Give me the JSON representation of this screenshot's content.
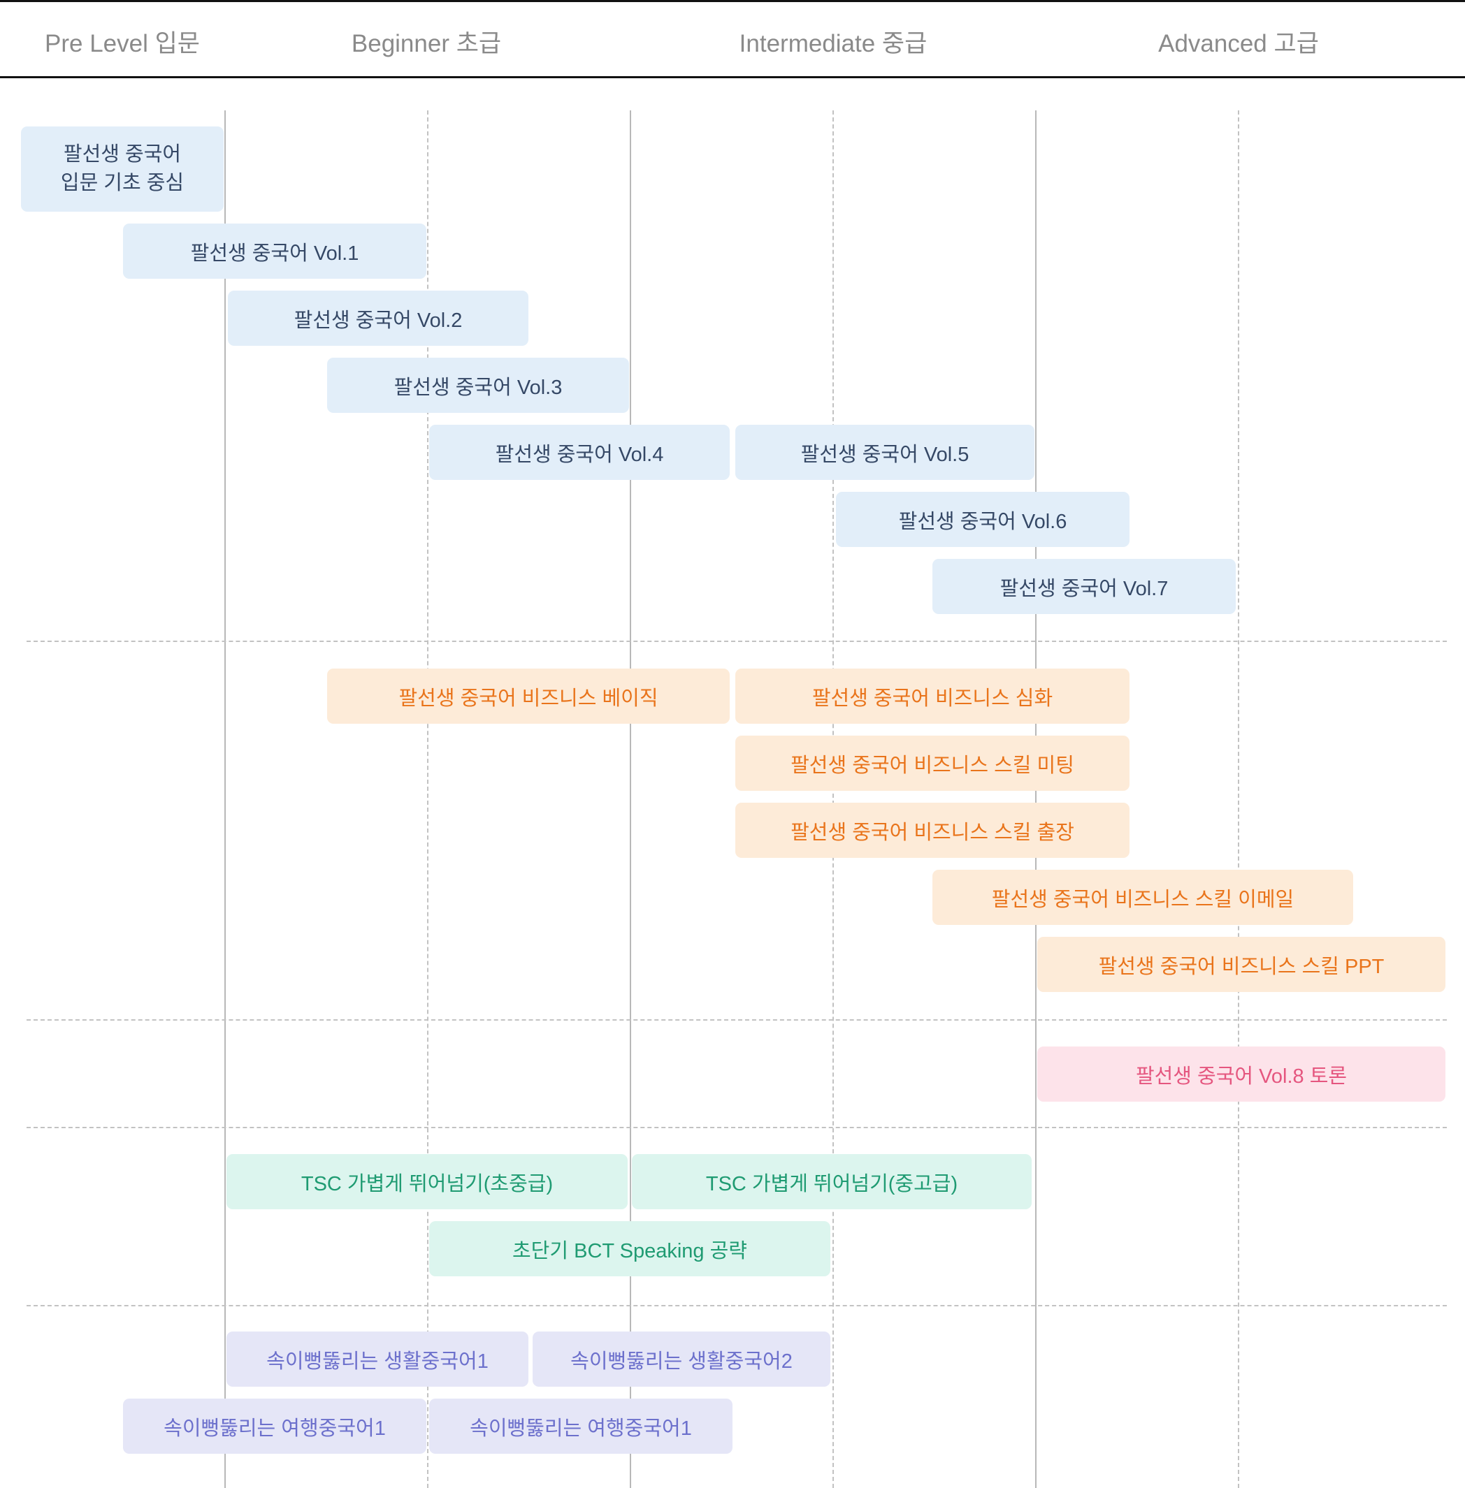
{
  "header": {
    "levels": [
      {
        "label": "Pre Level 입문"
      },
      {
        "label": "Beginner 초급"
      },
      {
        "label": "Intermediate 중급"
      },
      {
        "label": "Advanced 고급"
      }
    ]
  },
  "colors": {
    "blue_bg": "#e2eef9",
    "blue_text": "#354866",
    "orange_bg": "#fdebd8",
    "orange_text": "#e9741b",
    "pink_bg": "#fde3ea",
    "pink_text": "#e5567f",
    "green_bg": "#dcf5ee",
    "green_text": "#1f9b72",
    "purple_bg": "#e5e6f7",
    "purple_text": "#6c70cc"
  },
  "courses": {
    "core": [
      {
        "label": "팔선생 중국어\n입문 기초 중심"
      },
      {
        "label": "팔선생 중국어 Vol.1"
      },
      {
        "label": "팔선생 중국어 Vol.2"
      },
      {
        "label": "팔선생 중국어 Vol.3"
      },
      {
        "label": "팔선생 중국어 Vol.4"
      },
      {
        "label": "팔선생 중국어 Vol.5"
      },
      {
        "label": "팔선생 중국어 Vol.6"
      },
      {
        "label": "팔선생 중국어 Vol.7"
      }
    ],
    "business": [
      {
        "label": "팔선생 중국어 비즈니스 베이직"
      },
      {
        "label": "팔선생 중국어 비즈니스 심화"
      },
      {
        "label": "팔선생 중국어 비즈니스 스킬 미팅"
      },
      {
        "label": "팔선생 중국어 비즈니스 스킬 출장"
      },
      {
        "label": "팔선생 중국어 비즈니스 스킬 이메일"
      },
      {
        "label": "팔선생 중국어 비즈니스 스킬 PPT"
      }
    ],
    "discussion": [
      {
        "label": "팔선생 중국어 Vol.8 토론"
      }
    ],
    "exam": [
      {
        "label": "TSC 가볍게 뛰어넘기(초중급)"
      },
      {
        "label": "TSC 가볍게 뛰어넘기(중고급)"
      },
      {
        "label": "초단기 BCT Speaking 공략"
      }
    ],
    "conversation": [
      {
        "label": "속이뻥뚫리는 생활중국어1"
      },
      {
        "label": "속이뻥뚫리는 생활중국어2"
      },
      {
        "label": "속이뻥뚫리는 여행중국어1"
      },
      {
        "label": "속이뻥뚫리는 여행중국어1"
      }
    ]
  }
}
